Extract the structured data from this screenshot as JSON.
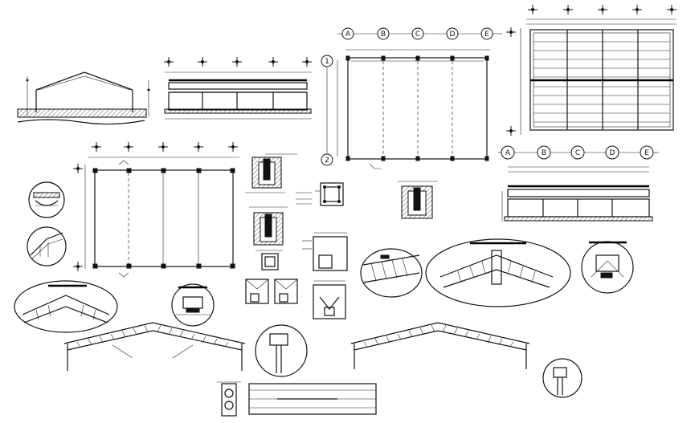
{
  "drawing": {
    "grid_letters": [
      "A",
      "B",
      "C",
      "D",
      "E"
    ],
    "grid_numbers": [
      "1",
      "2"
    ]
  }
}
